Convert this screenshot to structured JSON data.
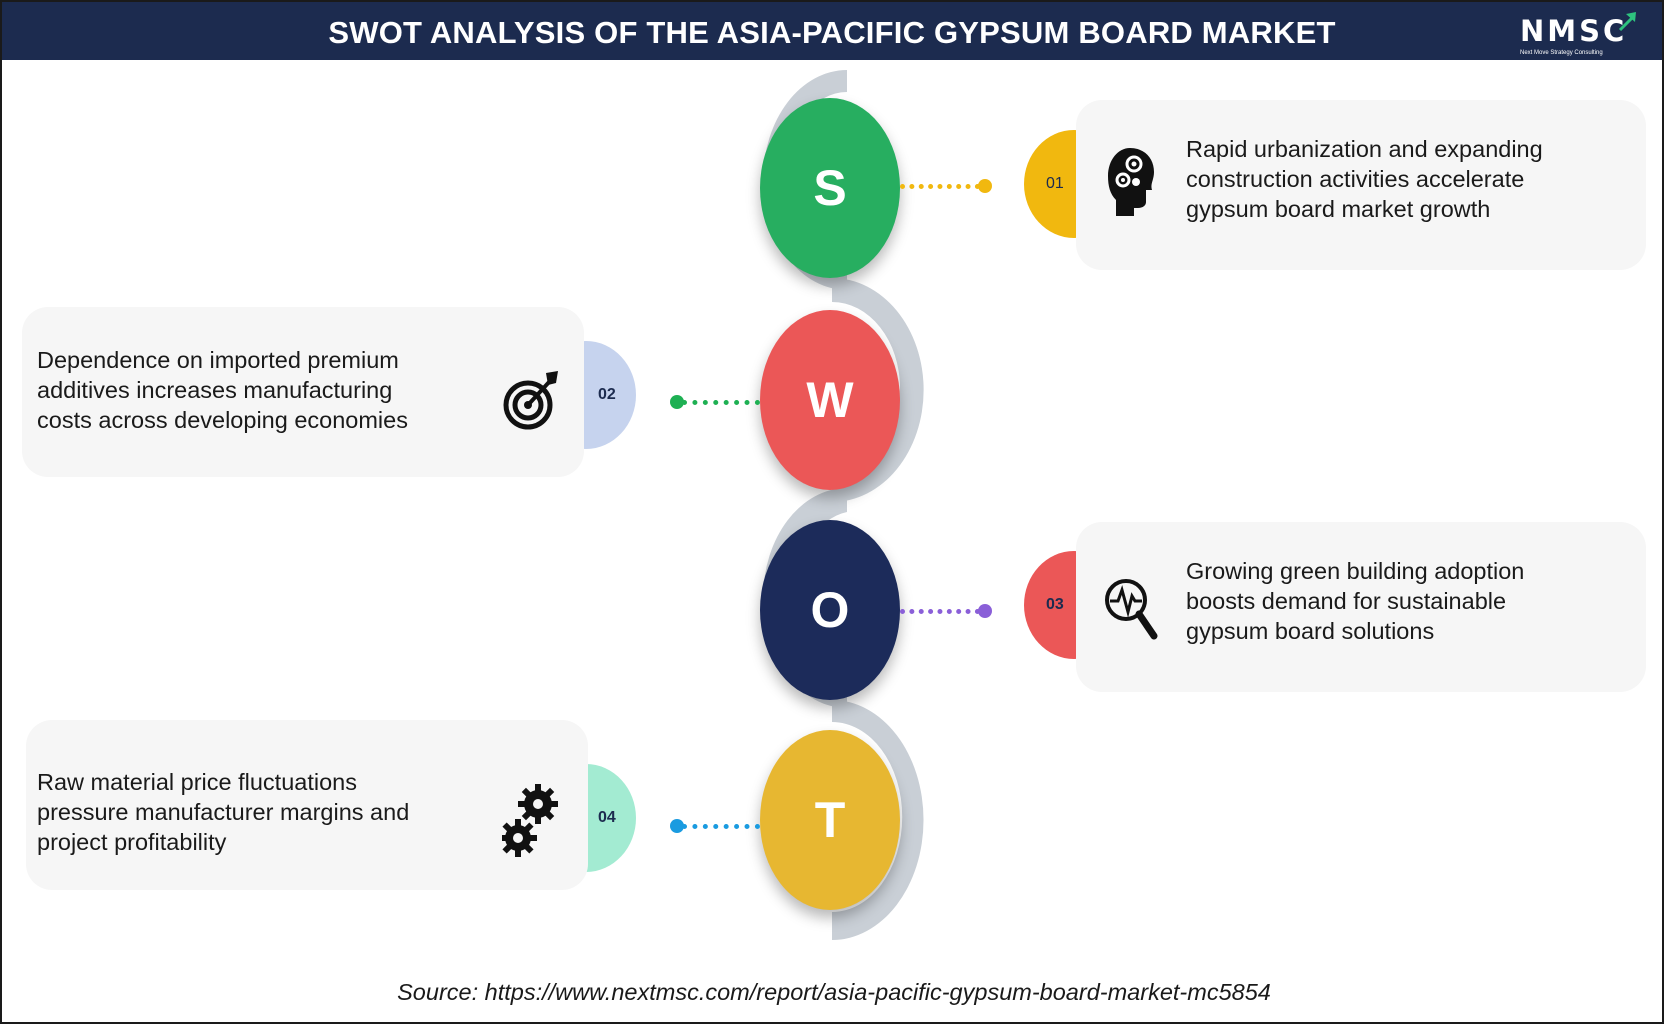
{
  "header": {
    "title": "SWOT ANALYSIS OF THE ASIA-PACIFIC GYPSUM BOARD MARKET",
    "logo_text": "NMSC",
    "logo_tagline": "Next Move Strategy Consulting",
    "background": "#1c2b4f"
  },
  "swot": [
    {
      "letter": "S",
      "number": "01",
      "text_lines": [
        "Rapid urbanization and expanding",
        "construction activities accelerate",
        "gypsum board market growth"
      ],
      "icon": "head-gears-icon",
      "circle_color": "#27ae60",
      "tab_color": "#f1b80f",
      "connector_color": "#f1b80f"
    },
    {
      "letter": "W",
      "number": "02",
      "text_lines": [
        "Dependence on imported premium",
        "additives increases manufacturing",
        "costs across developing economies"
      ],
      "icon": "target-icon",
      "circle_color": "#eb5757",
      "tab_color": "#c6d3ee",
      "connector_color": "#1eb053"
    },
    {
      "letter": "O",
      "number": "03",
      "text_lines": [
        "Growing green building adoption",
        "boosts demand for sustainable",
        "gypsum board solutions"
      ],
      "icon": "magnifier-pulse-icon",
      "circle_color": "#1c2b5a",
      "tab_color": "#eb5757",
      "connector_color": "#8a5fd8"
    },
    {
      "letter": "T",
      "number": "04",
      "text_lines": [
        "Raw material price fluctuations",
        "pressure manufacturer margins and",
        "project profitability"
      ],
      "icon": "gears-icon",
      "circle_color": "#e7b731",
      "tab_color": "#a3ebd2",
      "connector_color": "#1a9be0"
    }
  ],
  "source": "Source: https://www.nextmsc.com/report/asia-pacific-gypsum-board-market-mc5854"
}
